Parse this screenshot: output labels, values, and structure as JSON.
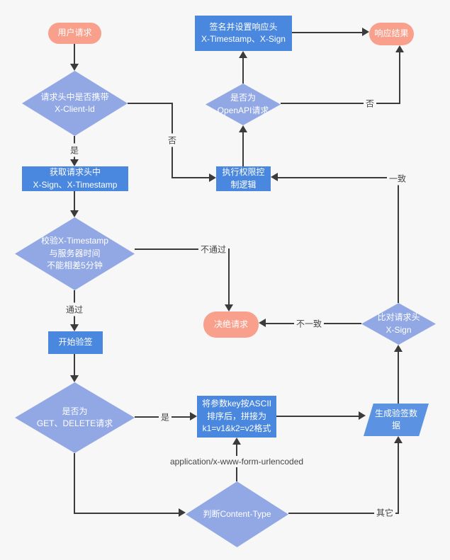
{
  "diagram": {
    "type": "flowchart",
    "language": "zh-CN",
    "colors": {
      "background": "#f7f7f8",
      "process_fill": "#4a87de",
      "decision_fill": "#92a8e5",
      "terminator_fill": "#f9a08c",
      "data_fill": "#5b93e2",
      "edge_color": "#3b3b3b",
      "node_text": "#ffffff",
      "edge_label_text": "#454545"
    }
  },
  "nodes": {
    "user_request": {
      "label": "用户请求",
      "shape": "terminator"
    },
    "check_client_id": {
      "label": "请求头中是否携带\nX-Client-Id",
      "shape": "decision"
    },
    "sign_response": {
      "label": "签名并设置响应头\nX-Timestamp、X-Sign",
      "shape": "process"
    },
    "response_result": {
      "label": "响应结果",
      "shape": "terminator"
    },
    "is_openapi": {
      "label": "是否为\nOpenAPI请求",
      "shape": "decision"
    },
    "get_headers": {
      "label": "获取请求头中\nX-Sign、X-Timestamp",
      "shape": "process"
    },
    "exec_permission": {
      "label": "执行权限控\n制逻辑",
      "shape": "process"
    },
    "check_timestamp": {
      "label": "校验X-Timestamp\n与服务器时间\n不能相差5分钟",
      "shape": "decision"
    },
    "reject_request": {
      "label": "决绝请求",
      "shape": "terminator"
    },
    "compare_sign": {
      "label": "比对请求头\nX-Sign",
      "shape": "decision"
    },
    "start_verify": {
      "label": "开始验签",
      "shape": "process"
    },
    "is_get_delete": {
      "label": "是否为\nGET、DELETE请求",
      "shape": "decision"
    },
    "sort_params": {
      "label": "将参数key按ASCII\n排序后，拼接为\nk1=v1&k2=v2格式",
      "shape": "process"
    },
    "gen_verify_data": {
      "label": "生成验签数\n据",
      "shape": "data"
    },
    "check_content_type": {
      "label": "判断Content-Type",
      "shape": "decision"
    }
  },
  "edge_labels": {
    "client_id_yes": "是",
    "client_id_no": "否",
    "timestamp_pass": "通过",
    "timestamp_fail": "不通过",
    "openapi_no": "否",
    "sign_match": "一致",
    "sign_mismatch": "不一致",
    "get_delete_yes": "是",
    "content_type_form": "application/x-www-form-urlencoded",
    "content_type_other": "其它"
  }
}
